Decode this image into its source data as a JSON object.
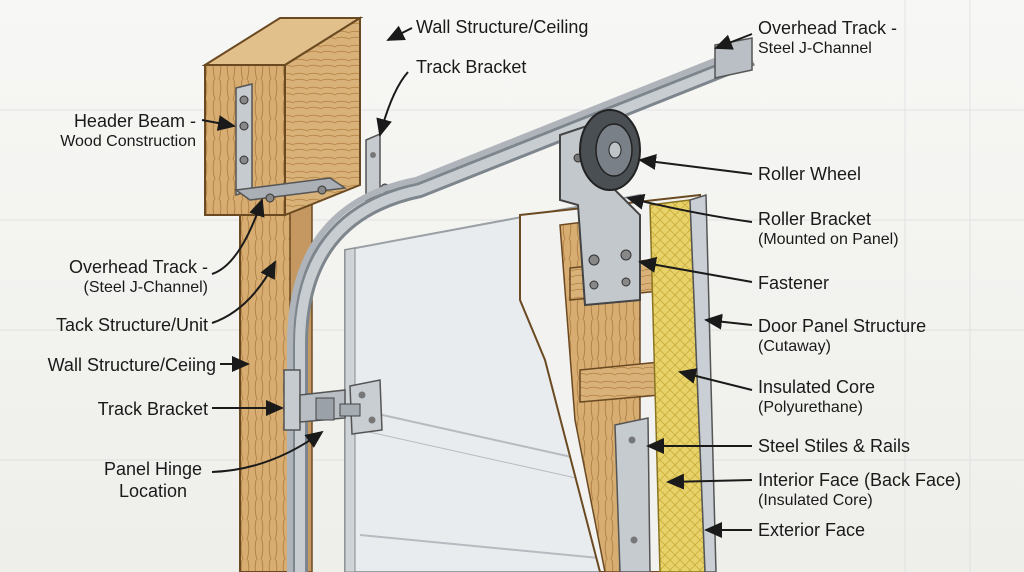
{
  "labels": {
    "wall_structure_ceiling_top": "Wall Structure/Ceiling",
    "track_bracket_top": "Track Bracket",
    "overhead_track_top": {
      "title": "Overhead Track -",
      "sub": "Steel J-Channel"
    },
    "header_beam": {
      "title": "Header Beam -",
      "sub": "Wood Construction"
    },
    "roller_wheel": "Roller Wheel",
    "roller_bracket": {
      "title": "Roller Bracket",
      "sub": "(Mounted on Panel)"
    },
    "fastener": "Fastener",
    "overhead_track_left": {
      "title": "Overhead Track -",
      "sub": "(Steel J-Channel)"
    },
    "tack_structure": "Tack Structure/Unit",
    "wall_structure_ceiling_left": "Wall Structure/Ceiing",
    "track_bracket_left": "Track Bracket",
    "panel_hinge": {
      "title": "Panel Hinge",
      "sub": "Location"
    },
    "door_panel_structure": {
      "title": "Door Panel Structure",
      "sub": "(Cutaway)"
    },
    "insulated_core": {
      "title": "Insulated Core",
      "sub": "(Polyurethane)"
    },
    "steel_stiles_rails": "Steel Stiles & Rails",
    "interior_face": {
      "title": "Interior Face (Back Face)",
      "sub": "(Insulated Core)"
    },
    "exterior_face": "Exterior Face"
  },
  "colors": {
    "wood": "#d9b27a",
    "wood_dark": "#b98a4c",
    "steel": "#bfc4c9",
    "steel_dark": "#8d949b",
    "insulation": "#e8d36a",
    "panel": "#eef0f1",
    "ink": "#1a1a1a"
  },
  "icons": [
    "roller-wheel-icon",
    "bracket-icon",
    "bolt-icon",
    "arrow-icon"
  ]
}
